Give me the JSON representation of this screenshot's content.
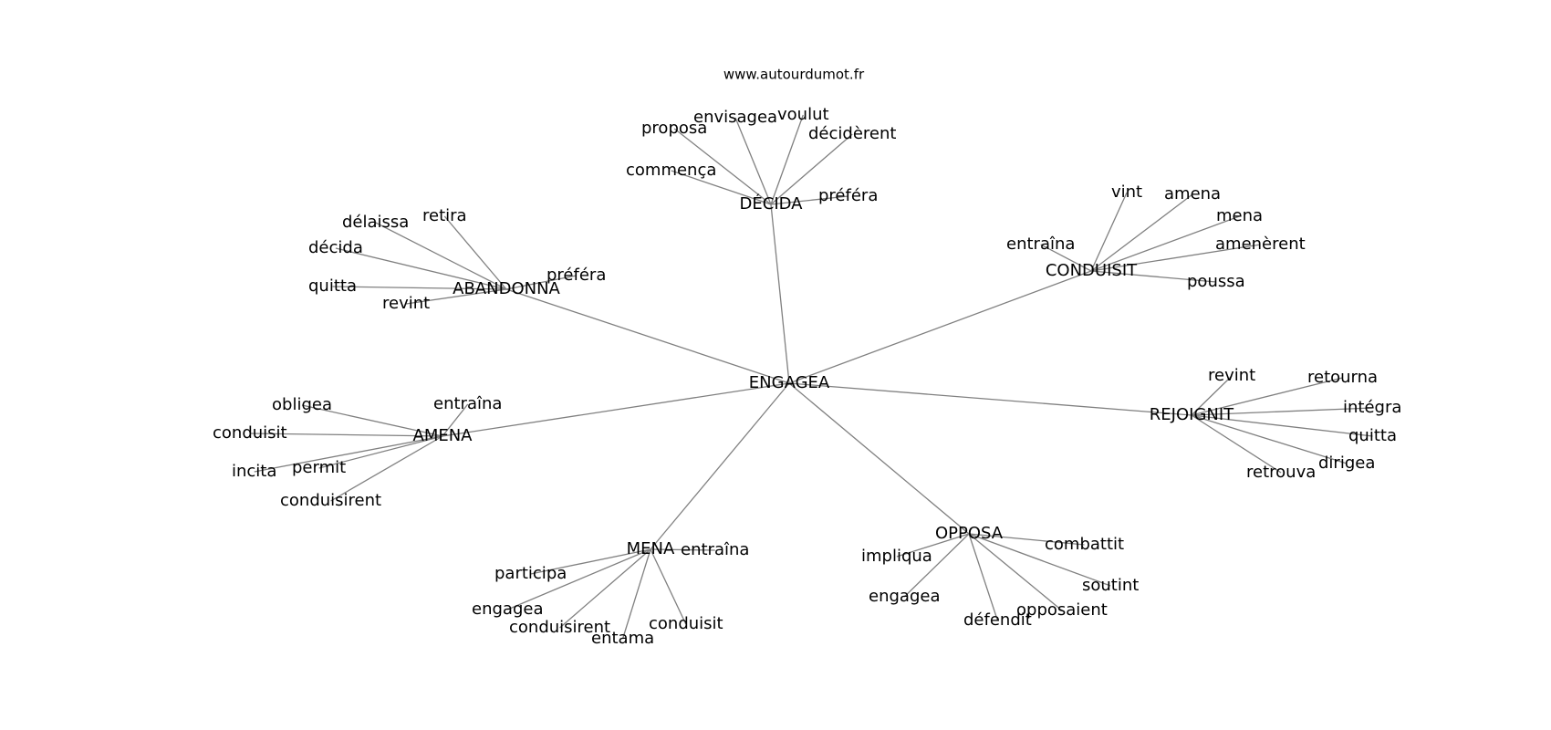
{
  "source": "www.autourdumot.fr",
  "graph": {
    "center": "ENGAGEA",
    "clusters": [
      {
        "word": "DÉCIDA",
        "neighbors": [
          "proposa",
          "envisagea",
          "voulut",
          "décidèrent",
          "commença",
          "préféra"
        ]
      },
      {
        "word": "ABANDONNA",
        "neighbors": [
          "délaissa",
          "retira",
          "décida",
          "quitta",
          "préféra",
          "revint"
        ]
      },
      {
        "word": "CONDUISIT",
        "neighbors": [
          "vint",
          "amena",
          "mena",
          "entraîna",
          "amenèrent",
          "poussa"
        ]
      },
      {
        "word": "REJOIGNIT",
        "neighbors": [
          "revint",
          "retourna",
          "intégra",
          "quitta",
          "dirigea",
          "retrouva"
        ]
      },
      {
        "word": "AMENA",
        "neighbors": [
          "obligea",
          "entraîna",
          "conduisit",
          "incita",
          "permit",
          "conduisirent"
        ]
      },
      {
        "word": "MENA",
        "neighbors": [
          "entraîna",
          "participa",
          "engagea",
          "conduisirent",
          "entama",
          "conduisit"
        ]
      },
      {
        "word": "OPPOSA",
        "neighbors": [
          "combattit",
          "impliqua",
          "soutint",
          "engagea",
          "opposaient",
          "défendit"
        ]
      }
    ]
  }
}
